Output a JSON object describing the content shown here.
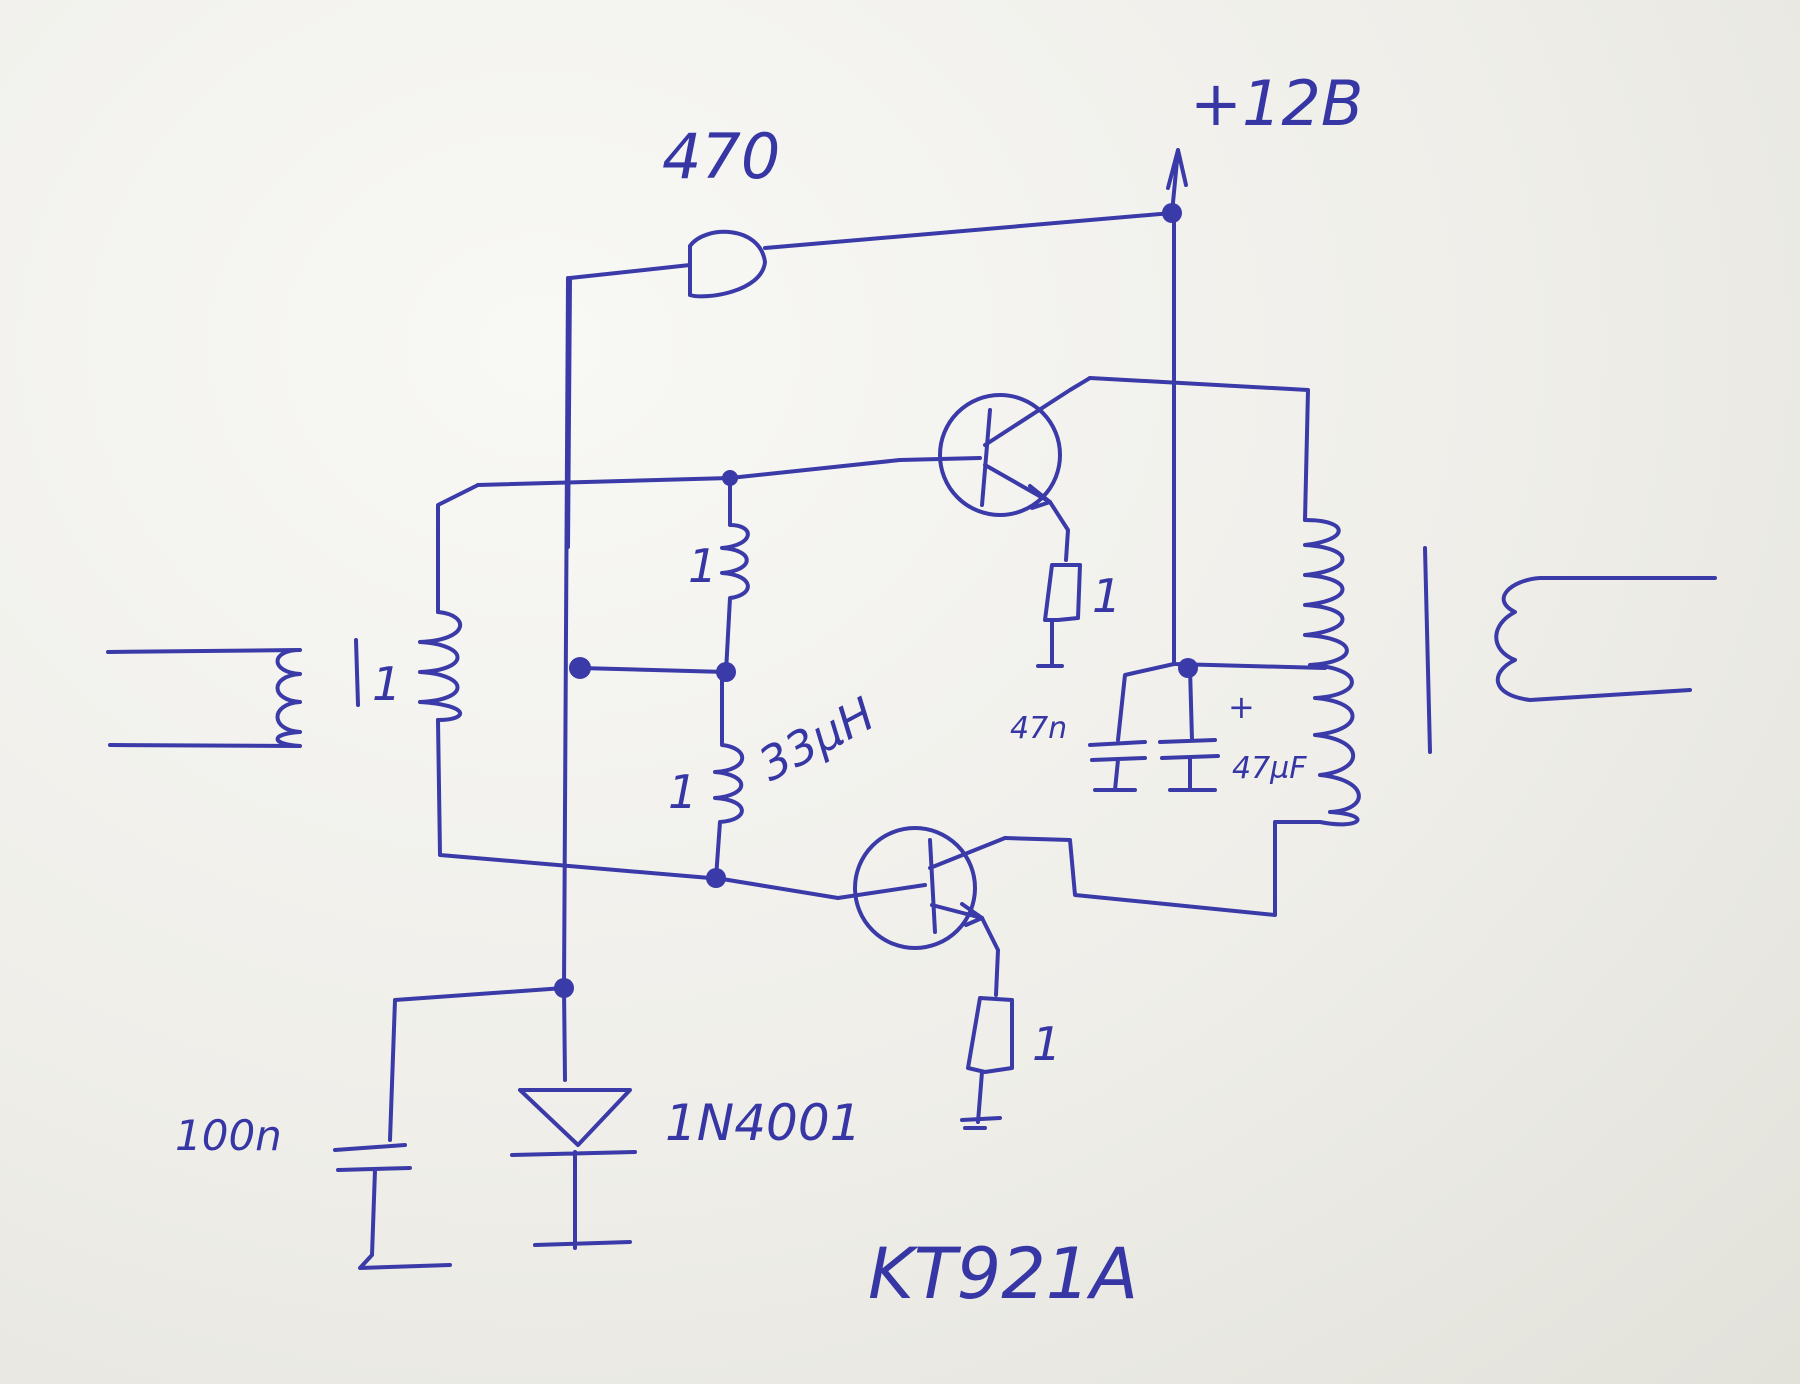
{
  "labels": {
    "r_470": "470",
    "supply": "+12B",
    "r_emitter_top": "1",
    "l_upper": "1",
    "l_lower": "1",
    "l_value": "33µH",
    "l_input": "1",
    "c_47n": "47n",
    "c_47u": "47µF",
    "c_polarity": "+",
    "r_emitter_bottom": "1",
    "c_100n": "100n",
    "diode": "1N4001",
    "transistor": "KT921A"
  },
  "colors": {
    "ink": "#3a3aa8",
    "paper": "#f4f4f0"
  }
}
